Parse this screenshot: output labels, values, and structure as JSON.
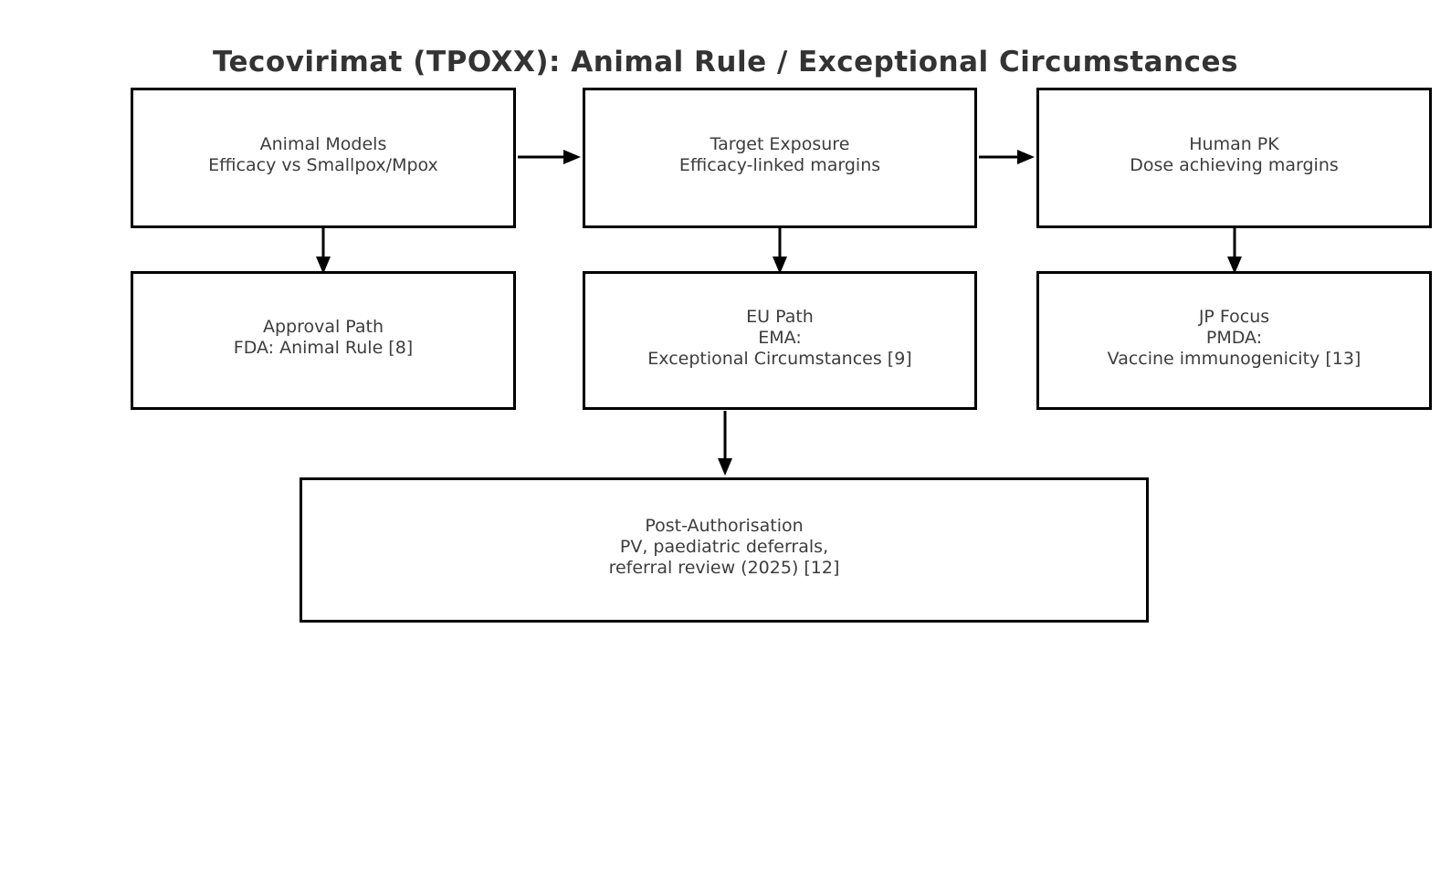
{
  "title": "Tecovirimat (TPOXX): Animal Rule / Exceptional Circumstances",
  "colors": {
    "background": "#ffffff",
    "box_border": "#000000",
    "box_fill": "#ffffff",
    "text": "#3d3d3d",
    "title_text": "#333333",
    "arrow": "#000000"
  },
  "nodes": [
    {
      "id": "animal-models",
      "lines": [
        "Animal Models",
        "Efficacy vs Smallpox/Mpox"
      ]
    },
    {
      "id": "target-exposure",
      "lines": [
        "Target Exposure",
        "Efficacy-linked margins"
      ]
    },
    {
      "id": "human-pk",
      "lines": [
        "Human PK",
        "Dose achieving margins"
      ]
    },
    {
      "id": "approval-path",
      "lines": [
        "Approval Path",
        "FDA: Animal Rule [8]"
      ]
    },
    {
      "id": "eu-path",
      "lines": [
        "EU Path",
        "EMA:",
        "Exceptional Circumstances [9]"
      ]
    },
    {
      "id": "jp-focus",
      "lines": [
        "JP Focus",
        "PMDA:",
        "Vaccine immunogenicity [13]"
      ]
    },
    {
      "id": "post-authorisation",
      "lines": [
        "Post-Authorisation",
        "PV, paediatric deferrals,",
        "referral review (2025) [12]"
      ]
    }
  ],
  "edges": [
    {
      "from": "animal-models",
      "to": "target-exposure",
      "direction": "right"
    },
    {
      "from": "target-exposure",
      "to": "human-pk",
      "direction": "right"
    },
    {
      "from": "animal-models",
      "to": "approval-path",
      "direction": "down"
    },
    {
      "from": "target-exposure",
      "to": "eu-path",
      "direction": "down"
    },
    {
      "from": "human-pk",
      "to": "jp-focus",
      "direction": "down"
    },
    {
      "from": "eu-path",
      "to": "post-authorisation",
      "direction": "down"
    }
  ]
}
